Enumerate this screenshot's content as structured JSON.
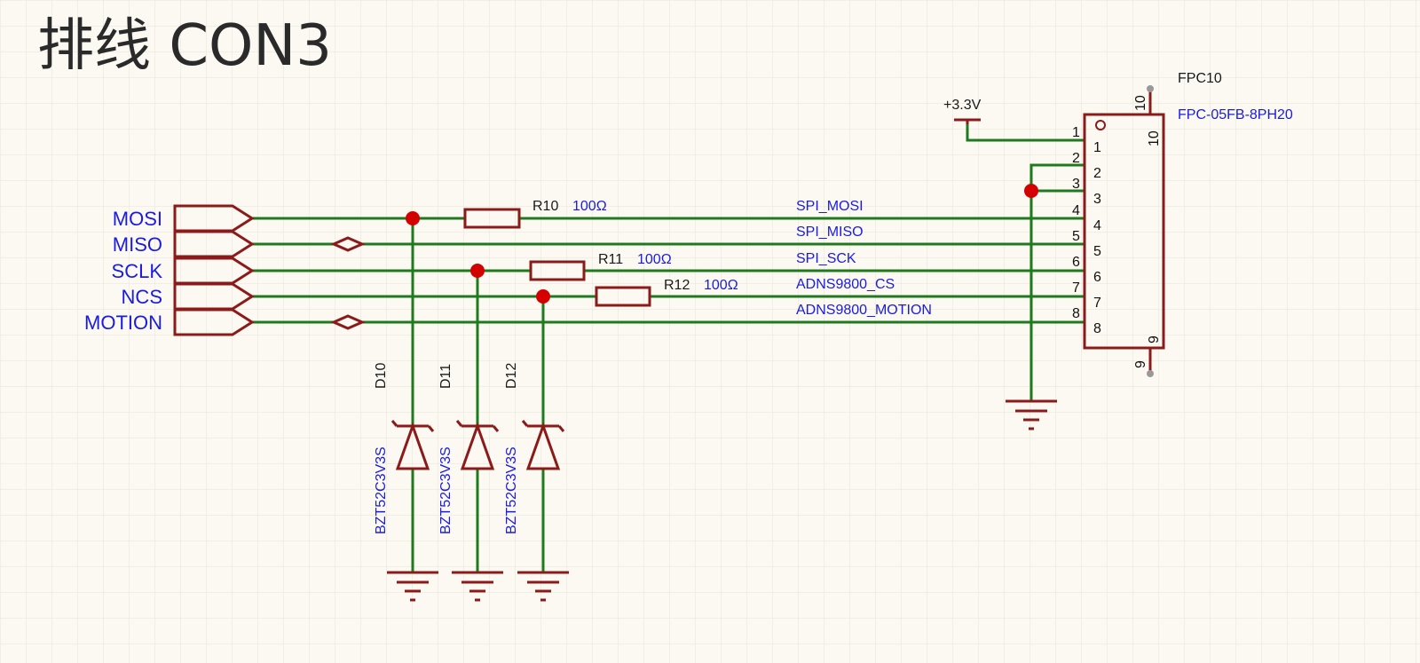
{
  "title": "排线 CON3",
  "power": {
    "label": "+3.3V"
  },
  "connector": {
    "designator": "FPC10",
    "part": "FPC-05FB-8PH20"
  },
  "pins": [
    "1",
    "2",
    "3",
    "4",
    "5",
    "6",
    "7",
    "8",
    "9",
    "10"
  ],
  "ports": [
    "MOSI",
    "MISO",
    "SCLK",
    "NCS",
    "MOTION"
  ],
  "nets": [
    "SPI_MOSI",
    "SPI_MISO",
    "SPI_SCK",
    "ADNS9800_CS",
    "ADNS9800_MOTION"
  ],
  "resistors": [
    {
      "designator": "R10",
      "value": "100Ω"
    },
    {
      "designator": "R11",
      "value": "100Ω"
    },
    {
      "designator": "R12",
      "value": "100Ω"
    }
  ],
  "diodes": [
    {
      "designator": "D10",
      "part": "BZT52C3V3S"
    },
    {
      "designator": "D11",
      "part": "BZT52C3V3S"
    },
    {
      "designator": "D12",
      "part": "BZT52C3V3S"
    }
  ],
  "colors": {
    "wire": "#1f7a1f",
    "part": "#8b1a1a",
    "label": "#1a1ae6",
    "junction": "#d40000",
    "background": "#fbf9f1"
  }
}
